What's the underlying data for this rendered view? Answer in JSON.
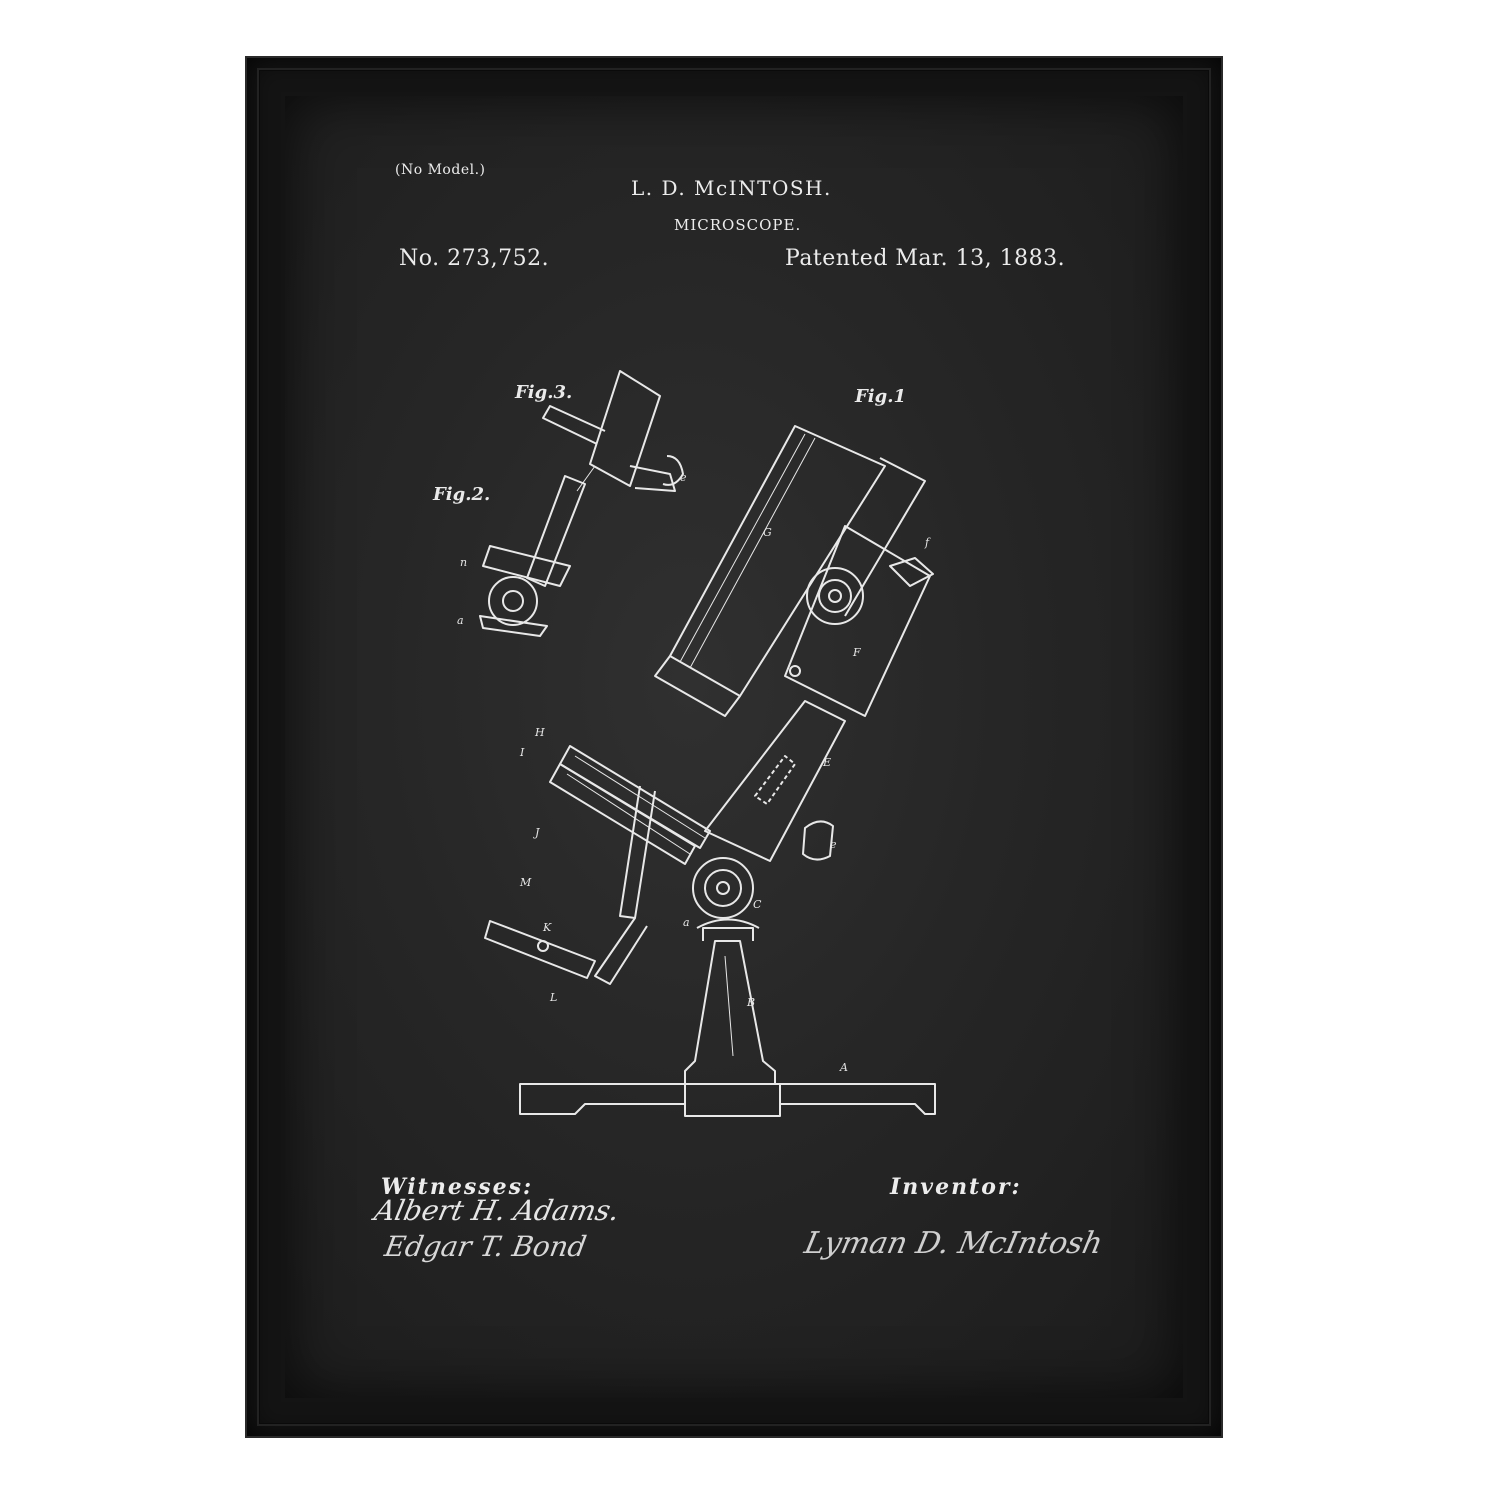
{
  "header": {
    "no_model": "(No Model.)",
    "inventor_name": "L. D. McINTOSH.",
    "title": "MICROSCOPE.",
    "patent_number": "No. 273,752.",
    "patent_date": "Patented Mar. 13, 1883."
  },
  "figures": {
    "fig1": "Fig.1",
    "fig2": "Fig.2.",
    "fig3": "Fig.3."
  },
  "footer": {
    "witnesses_label": "Witnesses:",
    "inventor_label": "Inventor:",
    "witness_1": "Albert H. Adams.",
    "witness_2": "Edgar T. Bond",
    "inventor_signature": "Lyman D. McIntosh"
  },
  "colors": {
    "frame": "#141414",
    "poster_background": "#262626",
    "ink": "#ececec",
    "page_background": "#ffffff"
  }
}
